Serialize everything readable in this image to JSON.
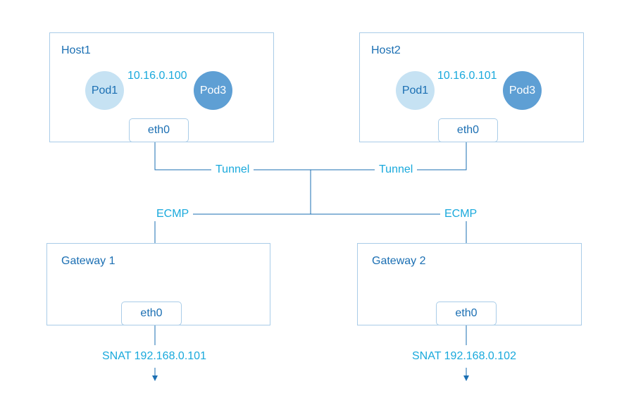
{
  "hosts": [
    {
      "title": "Host1",
      "pod_a": "Pod1",
      "pod_b": "Pod3",
      "pod_ip": "10.16.0.100",
      "nic": "eth0",
      "link_label": "Tunnel"
    },
    {
      "title": "Host2",
      "pod_a": "Pod1",
      "pod_b": "Pod3",
      "pod_ip": "10.16.0.101",
      "nic": "eth0",
      "link_label": "Tunnel"
    }
  ],
  "gateways": [
    {
      "title": "Gateway 1",
      "nic": "eth0",
      "link_label": "ECMP",
      "snat": "SNAT 192.168.0.101"
    },
    {
      "title": "Gateway 2",
      "nic": "eth0",
      "link_label": "ECMP",
      "snat": "SNAT 192.168.0.102"
    }
  ],
  "colors": {
    "box_border": "#a9cce8",
    "line": "#1b6fb3",
    "label_text": "#19a9dc",
    "title_text": "#1b6fb3",
    "pod_light": "#c6e2f3",
    "pod_dark": "#5e9fd4"
  }
}
